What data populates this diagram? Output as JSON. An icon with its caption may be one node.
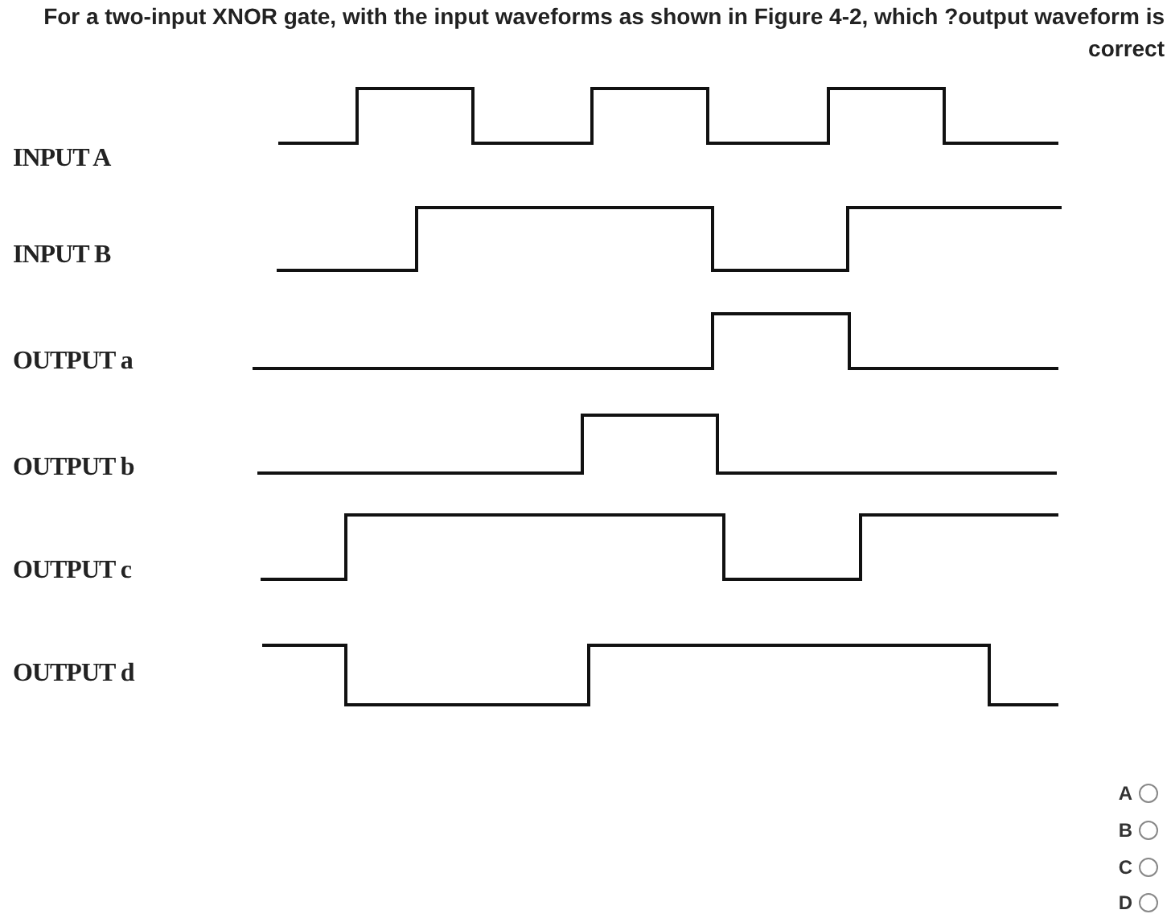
{
  "diagram": {
    "title": "For a two-input XNOR gate, with the input waveforms as shown in Figure 4-2, which ?output waveform is correct",
    "labels": [
      "INPUT A",
      "INPUT B",
      "OUTPUT a",
      "OUTPUT b",
      "OUTPUT c",
      "OUTPUT d",
      "A",
      "B",
      "C",
      "D"
    ]
  }
}
